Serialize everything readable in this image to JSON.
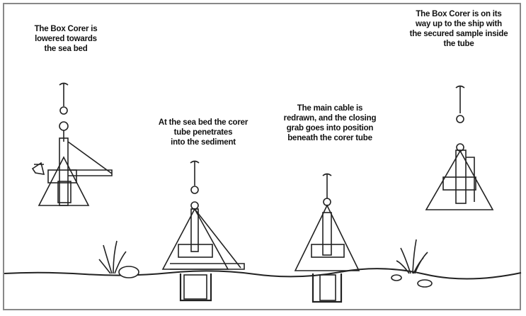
{
  "stages": [
    {
      "lines": [
        "The Box Corer is",
        "lowered towards",
        "the sea bed"
      ]
    },
    {
      "lines": [
        "At the sea bed the corer",
        "tube penetrates",
        "into the sediment"
      ]
    },
    {
      "lines": [
        "The main cable is",
        "redrawn, and the closing",
        "grab goes into position",
        "beneath the corer tube"
      ]
    },
    {
      "lines": [
        "The Box Corer is on its",
        "way up to the ship with",
        "the secured sample inside",
        "the tube"
      ]
    }
  ]
}
